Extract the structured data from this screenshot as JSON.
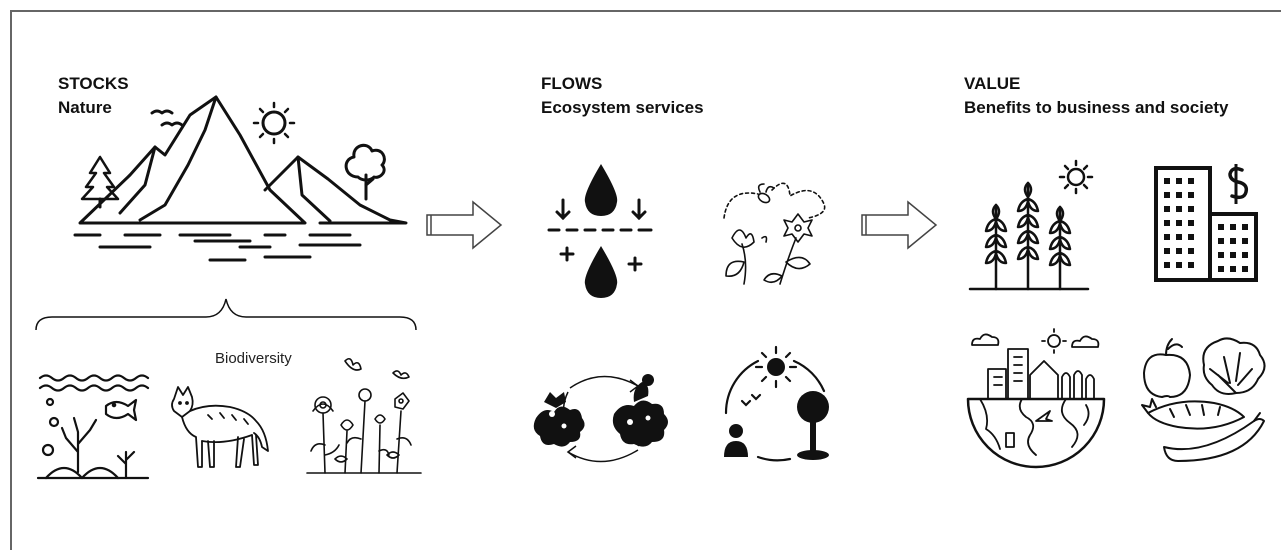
{
  "sections": {
    "stocks": {
      "title": "STOCKS",
      "subtitle": "Nature"
    },
    "flows": {
      "title": "FLOWS",
      "subtitle": "Ecosystem services"
    },
    "value": {
      "title": "VALUE",
      "subtitle": "Benefits to business and society"
    }
  },
  "biodiversity": {
    "label": "Biodiversity"
  },
  "colors": {
    "ink": "#111111",
    "frame": "#666666",
    "background": "#ffffff"
  },
  "icons": {
    "stocks": [
      "mountain-landscape-icon",
      "marine-life-icon",
      "wolf-icon",
      "wildflowers-icon"
    ],
    "flows": [
      "water-purification-icon",
      "pollination-icon",
      "nutrient-cycling-icon",
      "climate-cycle-icon"
    ],
    "value": [
      "crops-icon",
      "finance-building-icon",
      "city-planet-icon",
      "food-produce-icon"
    ],
    "arrows": [
      "arrow-stocks-to-flows-icon",
      "arrow-flows-to-value-icon"
    ]
  }
}
